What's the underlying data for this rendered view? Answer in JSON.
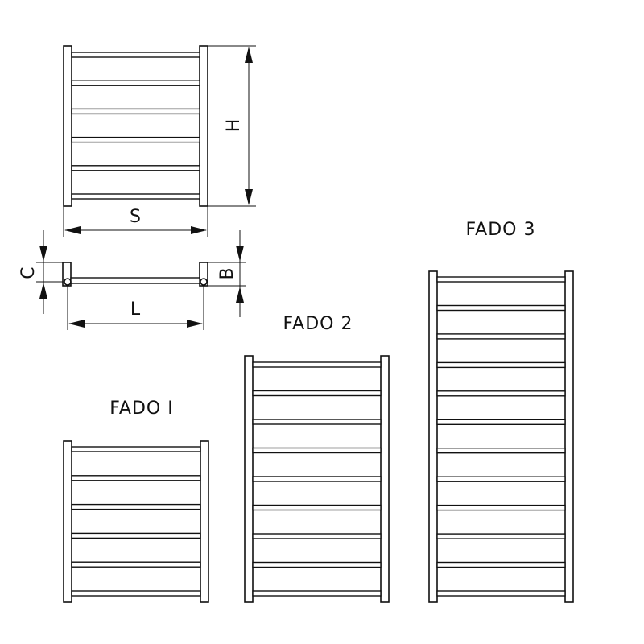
{
  "labels": {
    "height": "H",
    "width": "S",
    "connection_distance": "L",
    "depth_c": "C",
    "depth_b": "B"
  },
  "models": [
    {
      "name": "FADO 1",
      "display": "FADO I",
      "bars": 6
    },
    {
      "name": "FADO 2",
      "display": "FADO 2",
      "bars": 9
    },
    {
      "name": "FADO 3",
      "display": "FADO 3",
      "bars": 12
    }
  ],
  "reference_view": {
    "bars": 6
  },
  "colors": {
    "line": "#111111",
    "background": "#ffffff"
  }
}
